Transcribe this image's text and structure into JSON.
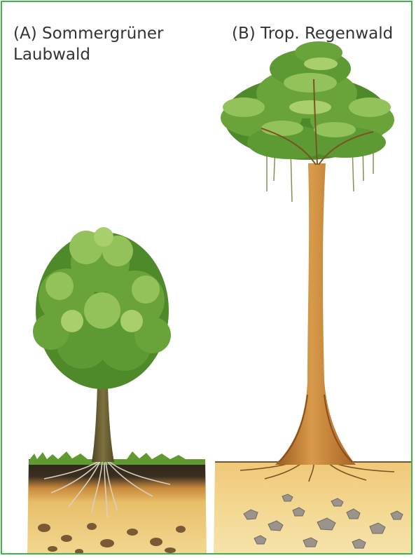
{
  "labels": {
    "a_line1": "(A) Sommergrüner",
    "a_line2": "Laubwald",
    "b": "(B) Trop. Regenwald"
  },
  "colors": {
    "frame": "#3fb24a",
    "leaf_dark": "#4f8a2a",
    "leaf_mid": "#6aa33a",
    "leaf_light": "#93c25a",
    "trunk_a": "#6e6233",
    "trunk_b": "#c98a3b",
    "soil_dark": "#2c241b",
    "soil": "#e8bf6a",
    "soil_light": "#f3d892",
    "stone": "#9a948c"
  },
  "icons": {
    "tree_a": "deciduous-tree-illustration",
    "tree_b": "rainforest-tree-illustration"
  }
}
